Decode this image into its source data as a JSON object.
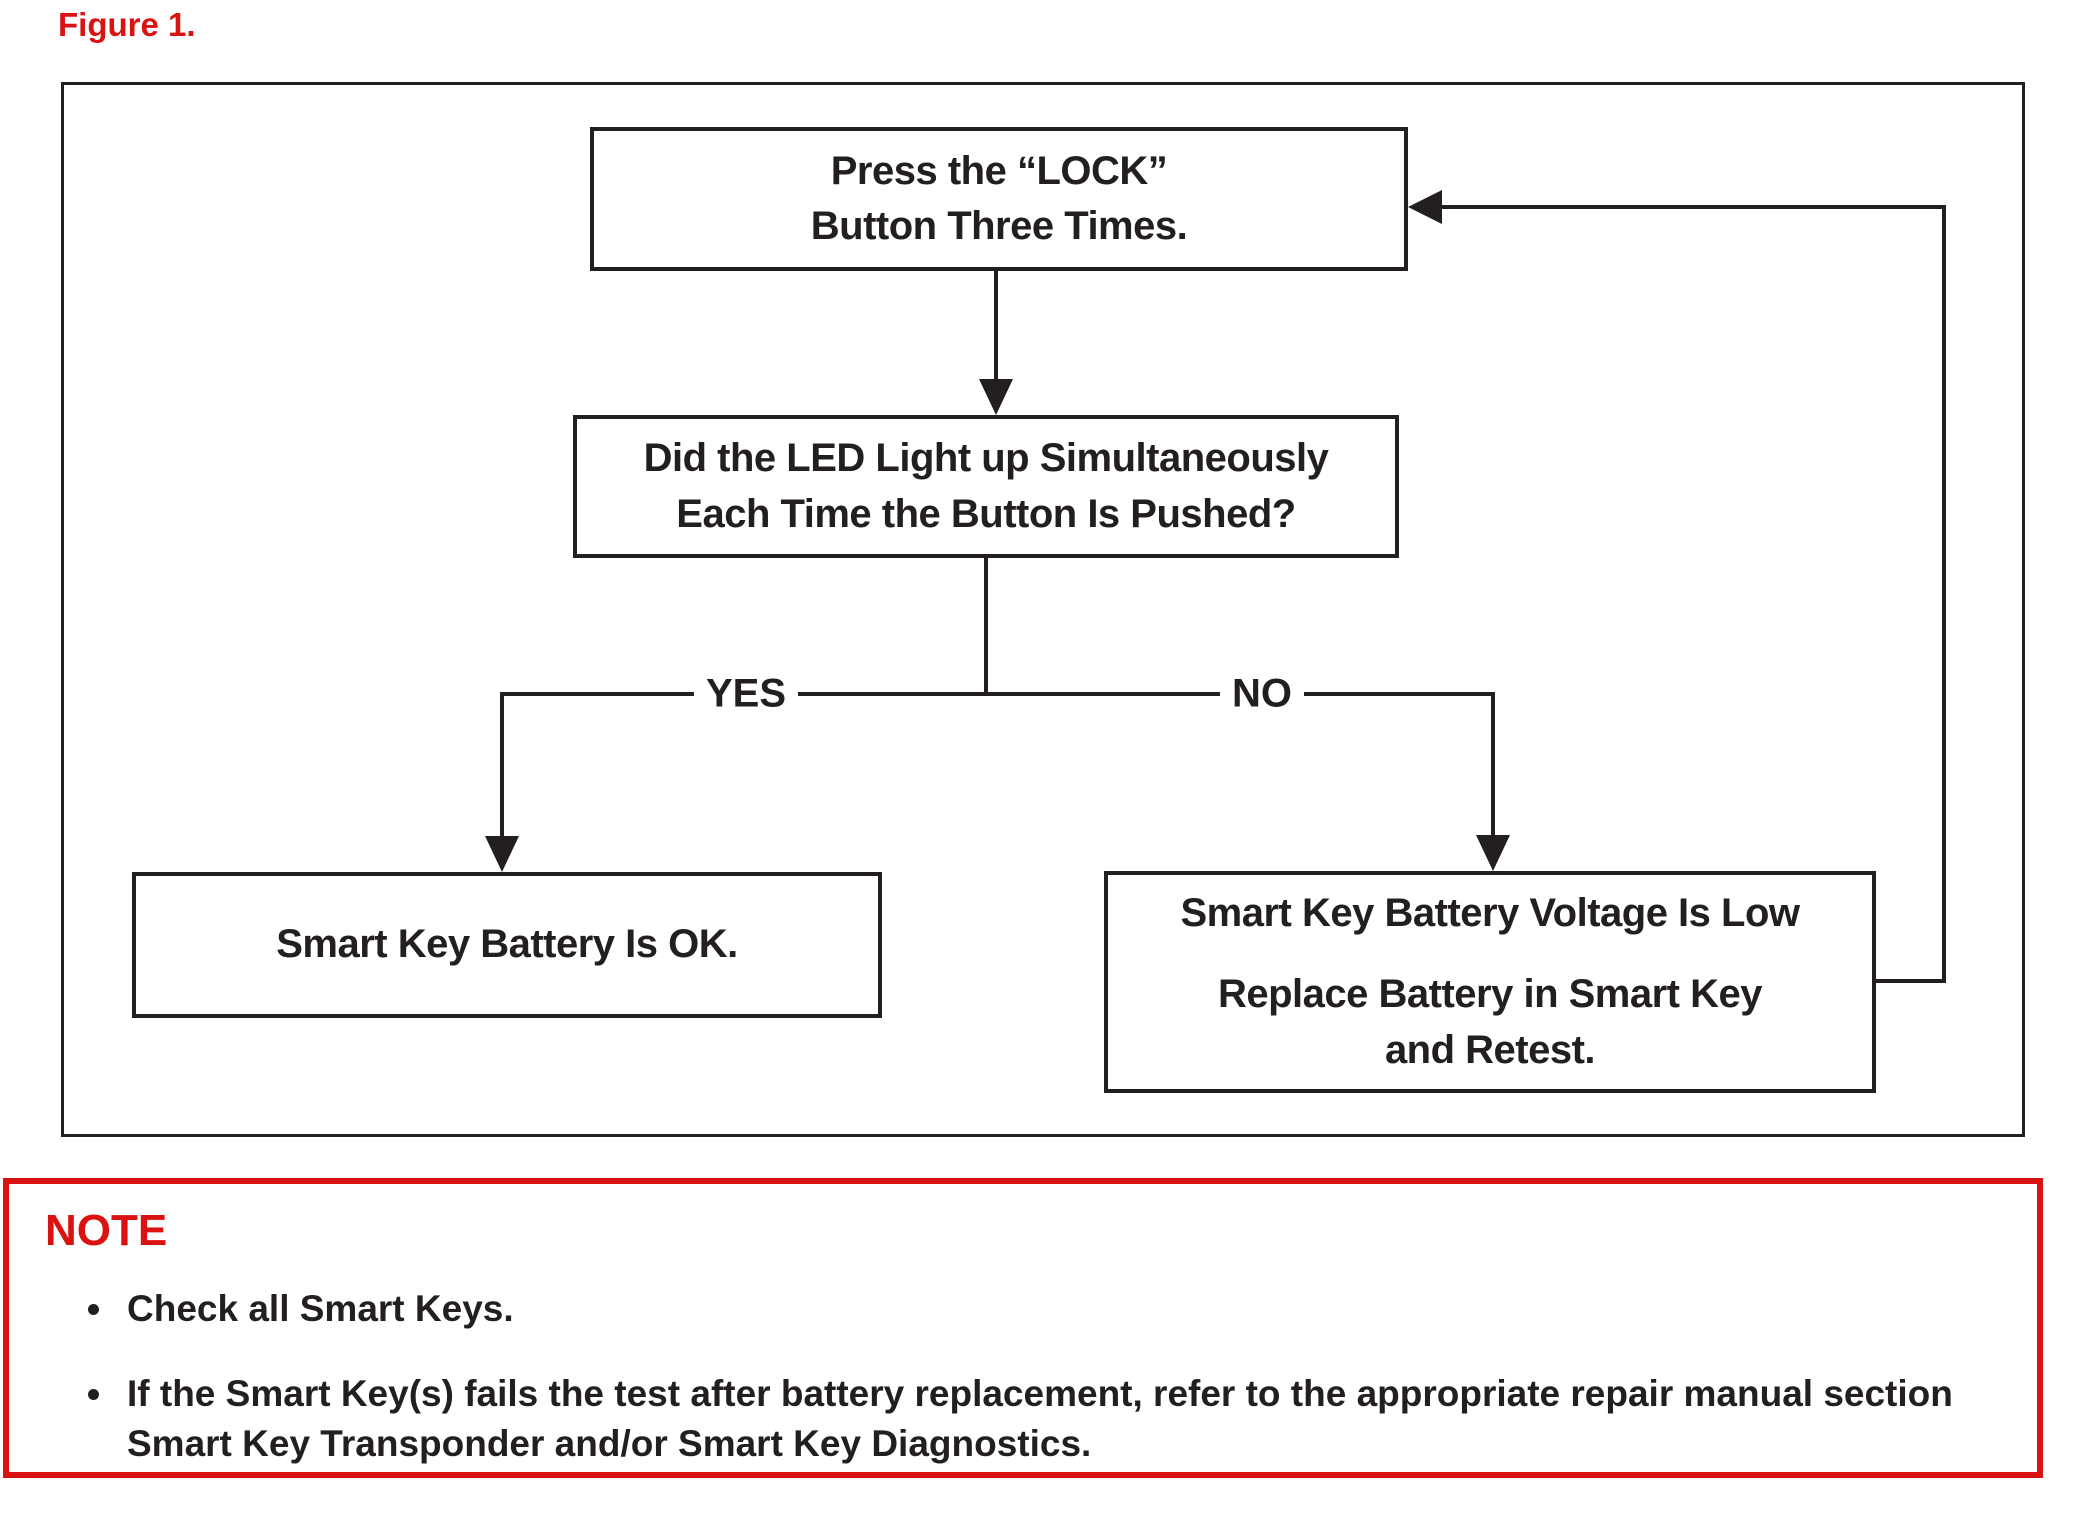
{
  "figure_title": "Figure 1.",
  "colors": {
    "accent_red": "#db1212",
    "line_black": "#231f20"
  },
  "flowchart": {
    "nodes": {
      "press_lock": {
        "lines": [
          "Press the “LOCK”",
          "Button Three Times."
        ]
      },
      "led_question": {
        "lines": [
          "Did the LED Light up Simultaneously",
          "Each Time the Button Is Pushed?"
        ]
      },
      "battery_ok": {
        "lines": [
          "Smart Key Battery Is OK."
        ]
      },
      "battery_low": {
        "heading": "Smart Key Battery Voltage Is Low",
        "action_lines": [
          "Replace Battery in Smart Key",
          "and Retest."
        ]
      }
    },
    "branch_labels": {
      "yes": "YES",
      "no": "NO"
    }
  },
  "note": {
    "title": "NOTE",
    "bullets": [
      "Check all Smart Keys.",
      "If the Smart Key(s) fails the test after battery replacement, refer to the appropriate repair manual section Smart Key Transponder and/or Smart Key Diagnostics."
    ]
  }
}
